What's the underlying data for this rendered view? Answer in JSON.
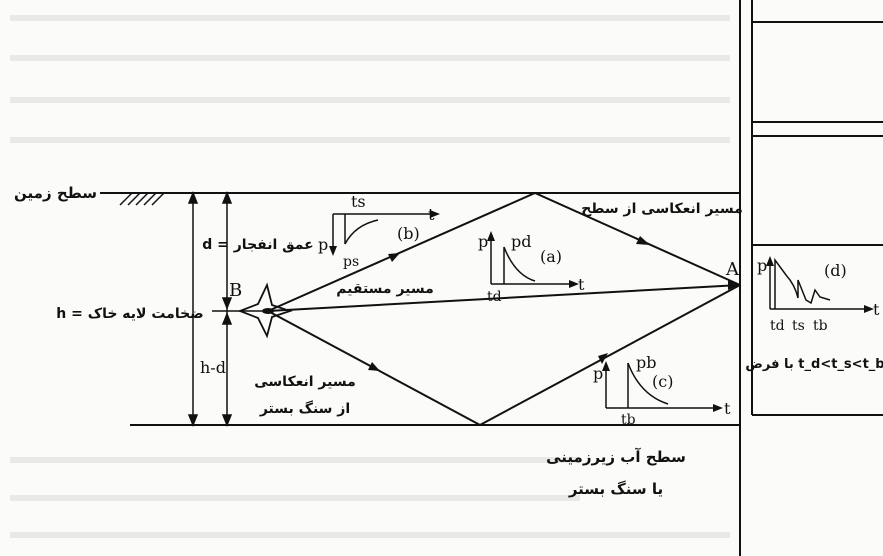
{
  "labels": {
    "ground_surface": "سطح زمین",
    "explosion_depth": "d = عمق انفجار",
    "soil_thickness": "h = ضخامت لایه خاک",
    "h_minus_d": "h-d",
    "point_B": "B",
    "point_A": "A",
    "path_surface_reflection": "مسیر انعکاسی از سطح",
    "path_direct": "مسیر مستقیم",
    "path_bedrock_reflection_1": "مسیر انعکاسی",
    "path_bedrock_reflection_2": "از سنگ بستر",
    "groundwater_1": "سطح آب زیرزمینی",
    "groundwater_2": "یا سنگ بستر",
    "assumption": "با فرض t_d<t_s<t_b"
  },
  "plots": {
    "b": {
      "tag": "(b)",
      "axis_t": "t",
      "axis_p": "p",
      "time": "ts",
      "peak": "ps"
    },
    "a": {
      "tag": "(a)",
      "axis_t": "t",
      "axis_p": "p",
      "time": "td",
      "peak": "pd"
    },
    "c": {
      "tag": "(c)",
      "axis_t": "t",
      "axis_p": "p",
      "time": "tb",
      "peak": "pb"
    },
    "d": {
      "tag": "(d)",
      "axis_t": "t",
      "axis_p": "p",
      "time_d": "td",
      "time_s": "ts",
      "time_b": "tb"
    }
  },
  "background_text_lines": 7,
  "colors": {
    "ink": "#111111",
    "paper": "#fbfbf9",
    "bg_text": "#cfcfcf"
  }
}
